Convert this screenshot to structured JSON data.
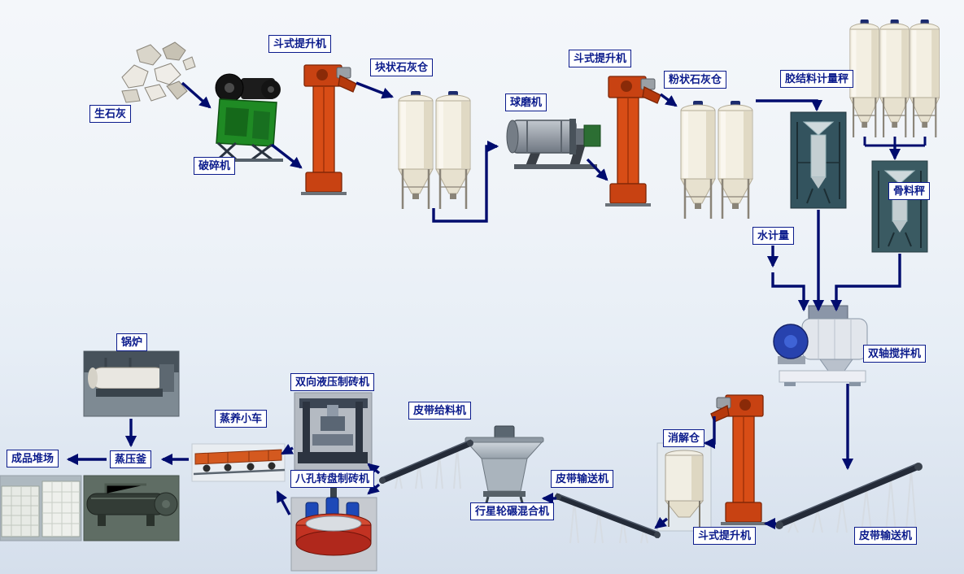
{
  "diagram": {
    "colors": {
      "label_border": "#0b1b8c",
      "label_text": "#0b1b8c",
      "arrow": "#000c6e",
      "elevator_red": "#d84d16",
      "silo_ivory": "#f3efe2",
      "crusher_green": "#1f8a24",
      "mixer_blue": "#2742ae"
    },
    "nodes": {
      "quicklime": {
        "label": "生石灰"
      },
      "crusher": {
        "label": "破碎机"
      },
      "bucket_elevator_1": {
        "label": "斗式提升机"
      },
      "lump_lime_silo": {
        "label": "块状石灰仓"
      },
      "ball_mill": {
        "label": "球磨机"
      },
      "bucket_elevator_2": {
        "label": "斗式提升机"
      },
      "powder_lime_silo": {
        "label": "粉状石灰仓"
      },
      "binder_metering_scale": {
        "label": "胶结料计量秤"
      },
      "aggregate_scale": {
        "label": "骨料秤"
      },
      "water_metering": {
        "label": "水计量"
      },
      "twin_shaft_mixer": {
        "label": "双轴搅拌机"
      },
      "belt_conveyor_right": {
        "label": "皮带输送机"
      },
      "bucket_elevator_3": {
        "label": "斗式提升机"
      },
      "digestion_silo": {
        "label": "消解仓"
      },
      "belt_conveyor_mid": {
        "label": "皮带输送机"
      },
      "planetary_mixer": {
        "label": "行星轮碾混合机"
      },
      "belt_feeder": {
        "label": "皮带给料机"
      },
      "hydraulic_brick_machine": {
        "label": "双向液压制砖机"
      },
      "rotary_brick_machine": {
        "label": "八孔转盘制砖机"
      },
      "steam_curing_car": {
        "label": "蒸养小车"
      },
      "autoclave": {
        "label": "蒸压釜"
      },
      "boiler": {
        "label": "锅炉"
      },
      "product_yard": {
        "label": "成品堆场"
      }
    }
  }
}
